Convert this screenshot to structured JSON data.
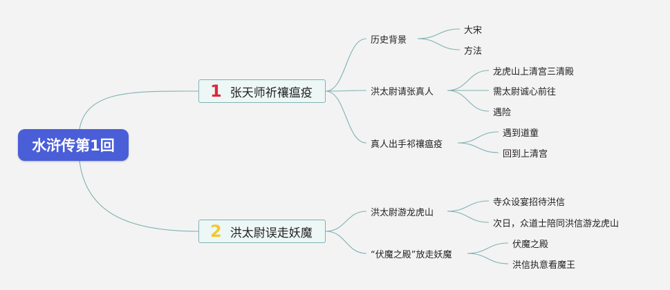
{
  "root": {
    "label": "水浒传第1回"
  },
  "topics": [
    {
      "badge": "1",
      "badge_color": "#e0283a",
      "label": "张天师祈禳瘟疫",
      "subtopics": [
        {
          "label": "历史背景",
          "leaves": [
            "大宋",
            "方法"
          ]
        },
        {
          "label": "洪太尉请张真人",
          "leaves": [
            "龙虎山上清宫三清殿",
            "需太尉诚心前往",
            "遇险"
          ]
        },
        {
          "label": "真人出手祁禳瘟疫",
          "leaves": [
            "遇到道童",
            "回到上清宫"
          ]
        }
      ]
    },
    {
      "badge": "2",
      "badge_color": "#f0c832",
      "label": "洪太尉误走妖魔",
      "subtopics": [
        {
          "label": "洪太尉游龙虎山",
          "leaves": [
            "寺众设宴招待洪信",
            "次日，众道士陪同洪信游龙虎山"
          ]
        },
        {
          "label": "“伏魔之殿”放走妖魔",
          "leaves": [
            "伏魔之殿",
            "洪信执意看魔王"
          ]
        }
      ]
    }
  ],
  "colors": {
    "background": "#f3f3f3",
    "root": "#4a5ed8",
    "topic_fill": "#edf7f6",
    "topic_border": "#7fb0b0",
    "connector": "#7fb0b0"
  }
}
